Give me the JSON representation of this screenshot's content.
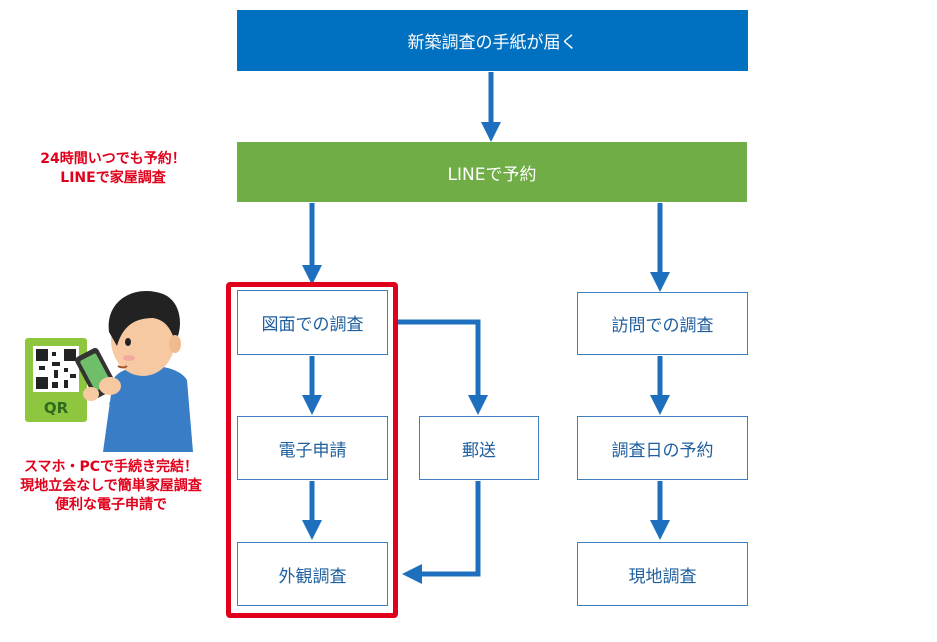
{
  "nodes": {
    "letter": "新築調査の手紙が届く",
    "line_booking": "LINEで予約",
    "drawing_survey": "図面での調査",
    "e_application": "電子申請",
    "exterior_survey": "外観調査",
    "mail": "郵送",
    "visit_survey": "訪問での調査",
    "survey_date_booking": "調査日の予約",
    "onsite_survey": "現地調査"
  },
  "notes": {
    "line_note": [
      "24時間いつでも予約！",
      "LINEで家屋調査"
    ],
    "smartphone_note": [
      "スマホ・PCで手続き完結！",
      "現地立会なしで簡単家屋調査",
      "便利な電子申請で"
    ]
  },
  "illustration": {
    "qr_label": "QR"
  },
  "colors": {
    "blue": "#0070c0",
    "green": "#70ad47",
    "arrow": "#1f6fbf",
    "red": "#e0001b"
  }
}
